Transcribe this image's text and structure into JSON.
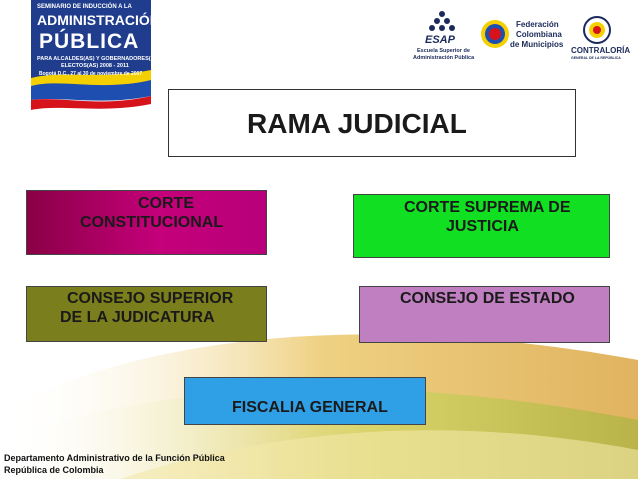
{
  "header": {
    "seminar": {
      "line1": "SEMINARIO DE INDUCCIÓN A LA",
      "line2": "ADMINISTRACIÓN",
      "line3": "PÚBLICA",
      "line4": "PARA ALCALDES(AS) Y GOBERNADORES(AS)",
      "line5": "ELECTOS(AS) 2008 - 2011",
      "line6": "Bogotá D.C., 27 al 30 de noviembre de 2007"
    },
    "esap": {
      "name": "ESAP",
      "sub1": "Escuela Superior de",
      "sub2": "Administración Pública"
    },
    "fcm": {
      "line1": "Federación",
      "line2": "Colombiana",
      "line3": "de Municipios"
    },
    "contraloria": {
      "name": "CONTRALORÍA",
      "sub": "GENERAL DE LA REPÚBLICA"
    }
  },
  "title": "RAMA JUDICIAL",
  "boxes": {
    "corte_constitucional": {
      "line1": "CORTE",
      "line2": "CONSTITUCIONAL"
    },
    "corte_suprema": {
      "line1": "CORTE SUPREMA DE",
      "line2": "JUSTICIA"
    },
    "consejo_superior": {
      "line1": "CONSEJO SUPERIOR",
      "line2": "DE LA JUDICATURA"
    },
    "consejo_estado": {
      "line1": "CONSEJO DE ESTADO"
    },
    "fiscalia": {
      "line1": "FISCALIA GENERAL"
    }
  },
  "footer": {
    "line1": "Departamento Administrativo de la Función Pública",
    "line2": "República de Colombia"
  },
  "colors": {
    "corte_constitucional": "#c4007a",
    "corte_suprema": "#11e022",
    "consejo_superior": "#7a7e1c",
    "consejo_estado": "#c07fc0",
    "fiscalia": "#2f9fe6"
  }
}
